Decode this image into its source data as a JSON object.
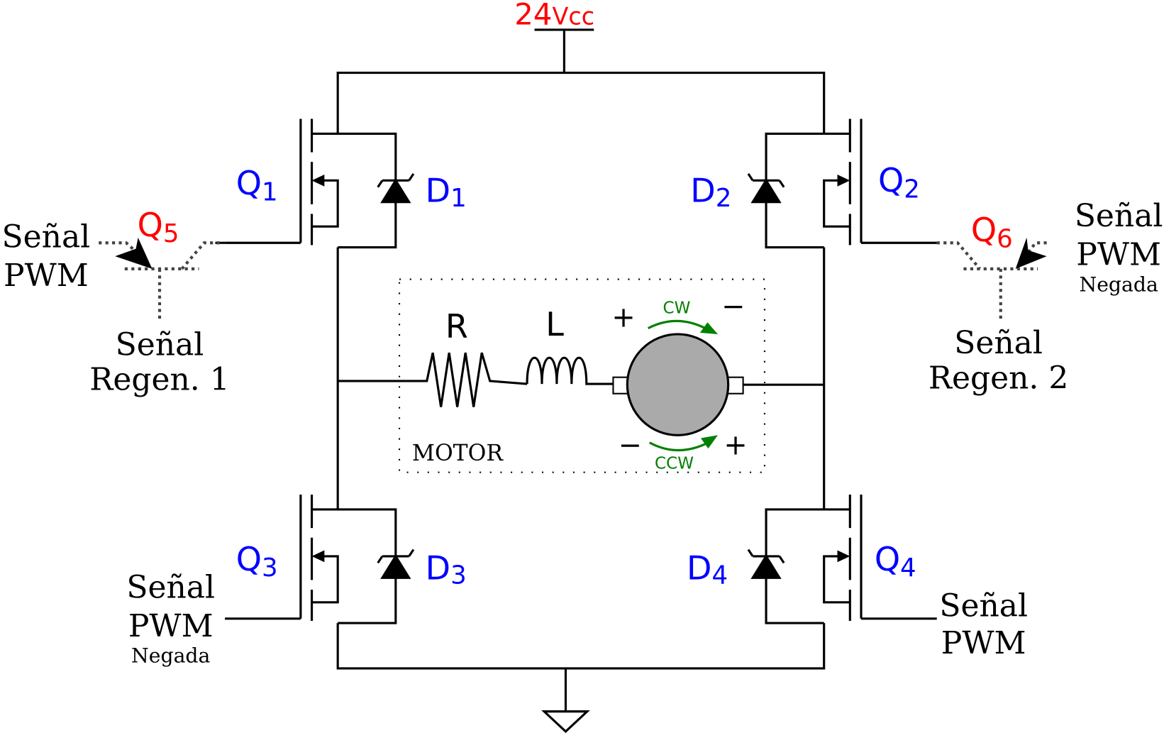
{
  "supply": {
    "value": "24",
    "unit": "Vcc"
  },
  "colors": {
    "transistor": "#0000ff",
    "switch": "#ff0000",
    "rotation": "#008000",
    "motor_fill": "#aaaaaa"
  },
  "transistors": {
    "q1": {
      "name": "Q",
      "sub": "1"
    },
    "q2": {
      "name": "Q",
      "sub": "2"
    },
    "q3": {
      "name": "Q",
      "sub": "3"
    },
    "q4": {
      "name": "Q",
      "sub": "4"
    },
    "q5": {
      "name": "Q",
      "sub": "5"
    },
    "q6": {
      "name": "Q",
      "sub": "6"
    }
  },
  "diodes": {
    "d1": {
      "name": "D",
      "sub": "1"
    },
    "d2": {
      "name": "D",
      "sub": "2"
    },
    "d3": {
      "name": "D",
      "sub": "3"
    },
    "d4": {
      "name": "D",
      "sub": "4"
    }
  },
  "motor": {
    "label": "MOTOR",
    "r": "R",
    "l": "L",
    "cw": "CW",
    "ccw": "CCW",
    "plus": "+",
    "minus": "−"
  },
  "signals": {
    "top_left": {
      "l1": "Señal",
      "l2": "PWM"
    },
    "regen1": {
      "l1": "Señal",
      "l2": "Regen. 1"
    },
    "top_right": {
      "l1": "Señal",
      "l2": "PWM",
      "l3": "Negada"
    },
    "regen2": {
      "l1": "Señal",
      "l2": "Regen. 2"
    },
    "bottom_left": {
      "l1": "Señal",
      "l2": "PWM",
      "l3": "Negada"
    },
    "bottom_right": {
      "l1": "Señal",
      "l2": "PWM"
    }
  }
}
